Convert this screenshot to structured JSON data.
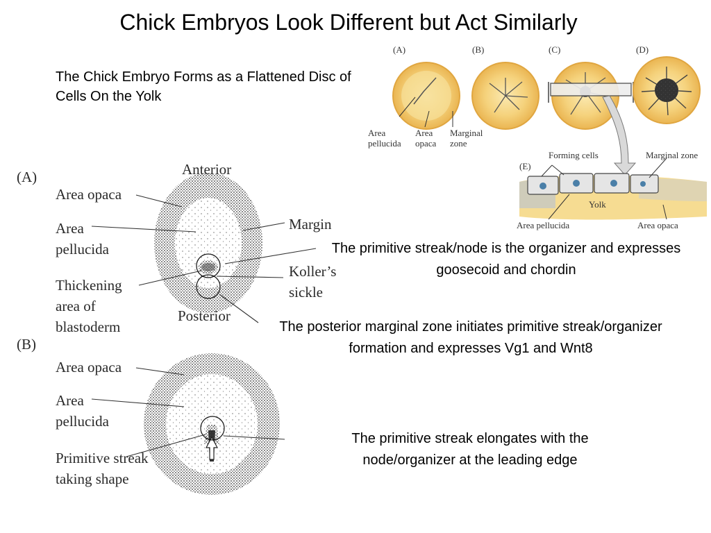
{
  "title": "Chick Embryos Look Different but Act Similarly",
  "subtitle": "The Chick Embryo Forms as a Flattened Disc of Cells On the Yolk",
  "notes": {
    "organizer": "The primitive streak/node is the organizer and expresses goosecoid and chordin",
    "posterior": "The posterior marginal zone initiates primitive streak/organizer formation and expresses Vg1 and Wnt8",
    "elongation": "The primitive streak elongates with the node/organizer at the leading edge"
  },
  "figure_top": {
    "panels": [
      "(A)",
      "(B)",
      "(C)",
      "(D)",
      "(E)"
    ],
    "labels": {
      "area_pellucida": "Area pellucida",
      "area_opaca": "Area opaca",
      "marginal_zone": "Marginal zone",
      "forming_cells": "Forming cells",
      "marginal_zone_e": "Marginal zone",
      "yolk": "Yolk",
      "area_pellucida_e": "Area pellucida",
      "area_opaca_e": "Area opaca"
    }
  },
  "figure_a": {
    "panel": "(A)",
    "anterior": "Anterior",
    "posterior": "Posterior",
    "area_opaca": "Area opaca",
    "area_pellucida": "Area pellucida",
    "thickening": "Thickening area of blastoderm",
    "margin": "Margin",
    "kollers_sickle": "Koller’s sickle"
  },
  "figure_b": {
    "panel": "(B)",
    "area_opaca": "Area opaca",
    "area_pellucida": "Area pellucida",
    "primitive_streak": "Primitive streak taking shape"
  },
  "colors": {
    "yolk": "#f0c35a",
    "yolk_light": "#f7dc8c",
    "stipple": "#555555"
  }
}
